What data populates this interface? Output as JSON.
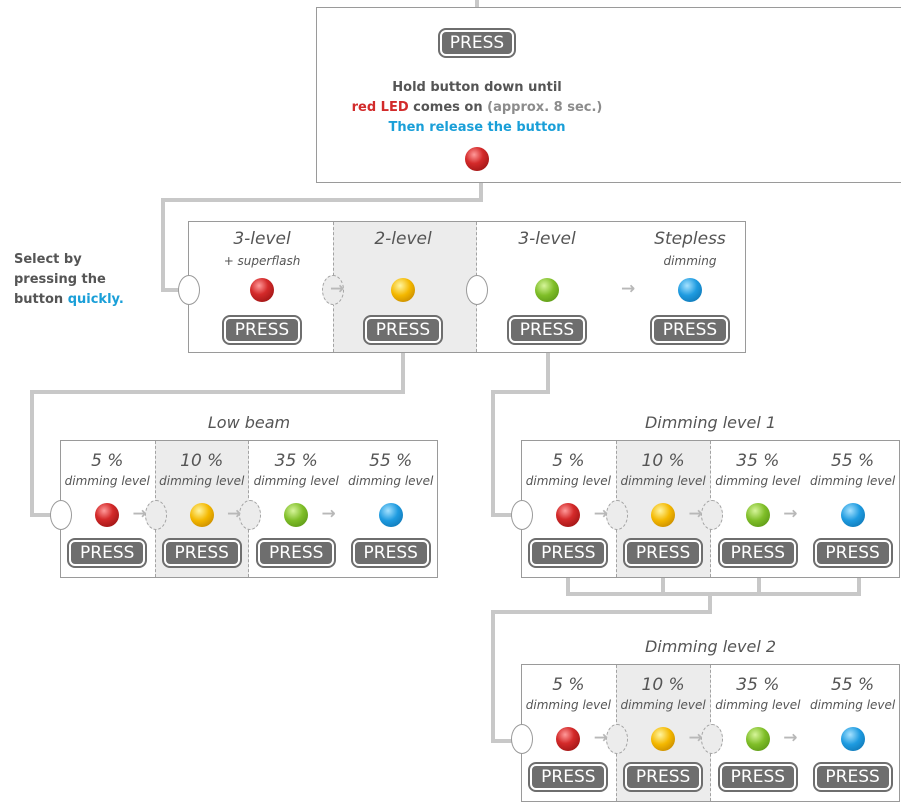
{
  "top": {
    "press": "PRESS",
    "line1": "Hold button down until",
    "line2_red": "red LED",
    "line2_rest": " comes on",
    "line2_gray": " (approx. 8 sec.)",
    "line3": "Then release the button"
  },
  "select_note": {
    "line1": "Select by",
    "line2": "pressing the",
    "line3_prefix": "button ",
    "line3_highlight": "quickly",
    "line3_suffix": "."
  },
  "modes": {
    "items": [
      {
        "title": "3-level",
        "sub": "+ superflash",
        "led": "red",
        "press": "PRESS"
      },
      {
        "title": "2-level",
        "sub": "",
        "led": "yellow",
        "press": "PRESS"
      },
      {
        "title": "3-level",
        "sub": "",
        "led": "green",
        "press": "PRESS"
      },
      {
        "title": "Stepless",
        "sub": "dimming",
        "led": "blue",
        "press": "PRESS"
      }
    ]
  },
  "groups": [
    {
      "title": "Low beam",
      "items": [
        {
          "pct": "5 %",
          "label": "dimming level",
          "press": "PRESS"
        },
        {
          "pct": "10 %",
          "label": "dimming level",
          "press": "PRESS"
        },
        {
          "pct": "35 %",
          "label": "dimming level",
          "press": "PRESS"
        },
        {
          "pct": "55 %",
          "label": "dimming level",
          "press": "PRESS"
        }
      ]
    },
    {
      "title": "Dimming level 1",
      "items": [
        {
          "pct": "5 %",
          "label": "dimming level",
          "press": "PRESS"
        },
        {
          "pct": "10 %",
          "label": "dimming level",
          "press": "PRESS"
        },
        {
          "pct": "35 %",
          "label": "dimming level",
          "press": "PRESS"
        },
        {
          "pct": "55 %",
          "label": "dimming level",
          "press": "PRESS"
        }
      ]
    },
    {
      "title": "Dimming level 2",
      "items": [
        {
          "pct": "5 %",
          "label": "dimming level",
          "press": "PRESS"
        },
        {
          "pct": "10 %",
          "label": "dimming level",
          "press": "PRESS"
        },
        {
          "pct": "35 %",
          "label": "dimming level",
          "press": "PRESS"
        },
        {
          "pct": "55 %",
          "label": "dimming level",
          "press": "PRESS"
        }
      ]
    }
  ],
  "arrow_glyph": "→",
  "colors": {
    "wire": "#c8c8c8",
    "led_red": "#d42a2a",
    "led_yellow": "#f4b800",
    "led_green": "#7fbe28",
    "led_blue": "#1e9be0"
  }
}
